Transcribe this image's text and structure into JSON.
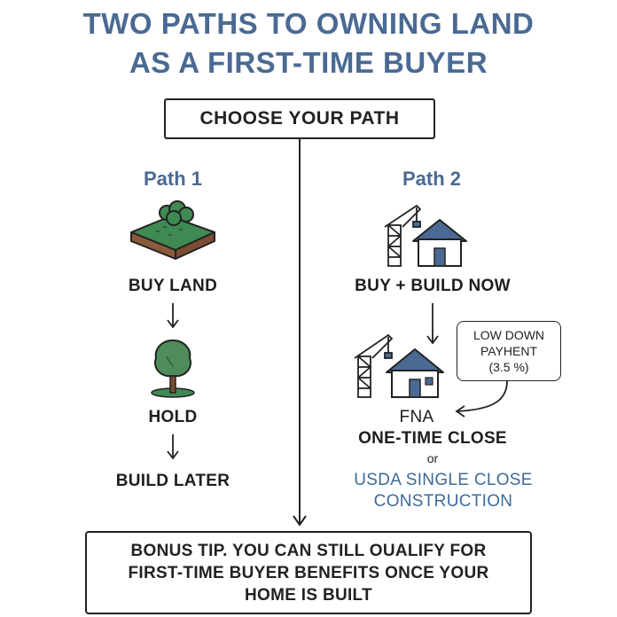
{
  "title": {
    "line1": "TWO PATHS TO OWNING LAND",
    "line2": "AS A FIRST-TIME BUYER"
  },
  "choose": {
    "label": "CHOOSE YOUR PATH"
  },
  "path1": {
    "heading": "Path 1",
    "step1": "BUY LAND",
    "step2": "HOLD",
    "step3": "BUILD LATER"
  },
  "path2": {
    "heading": "Path 2",
    "step1": "BUY + BUILD NOW",
    "callout": {
      "line1": "LOW DOWN",
      "line2": "PAYHENT",
      "line3": "(3.5 %)"
    },
    "loan1_line1": "FNA",
    "loan1_line2": "ONE-TIME CLOSE",
    "or": "or",
    "loan2_line1": "USDA SINGLE CLOSE",
    "loan2_line2": "CONSTRUCTION"
  },
  "bonus": {
    "line1": "BONUS TIP. YOU CAN STILL OUALIFY FOR",
    "line2": "FIRST-TIME BUYER BENEFITS ONCE YOUR",
    "line3": "HOME IS BUILT"
  },
  "colors": {
    "title": "#4a6a94",
    "land_green": "#3f8a52",
    "land_brown": "#8b5a3c",
    "tree_green": "#4f8c5c",
    "house_blue": "#4a6a94"
  }
}
